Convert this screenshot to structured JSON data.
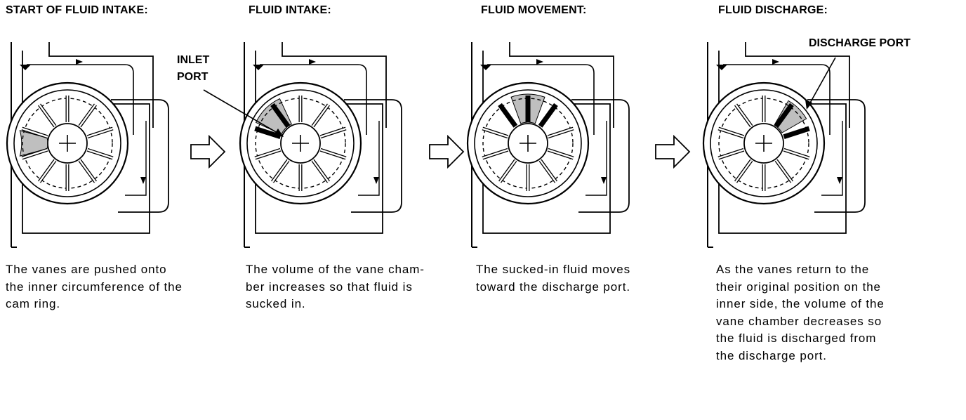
{
  "stages": [
    {
      "title": "START OF FLUID INTAKE:",
      "caption": "The vanes are pushed onto\nthe inner circumference of the\ncam ring."
    },
    {
      "title": "FLUID INTAKE:",
      "caption": "The volume of the vane cham-\nber increases so that fluid is\nsucked in."
    },
    {
      "title": "FLUID MOVEMENT:",
      "caption": "The sucked-in fluid moves\ntoward the discharge port."
    },
    {
      "title": "FLUID DISCHARGE:",
      "caption": "As the vanes return to the\ntheir original position on the\ninner side, the volume of the\nvane chamber decreases so\nthe fluid is discharged from\nthe discharge port."
    }
  ],
  "callouts": {
    "inlet_port": "INLET\nPORT",
    "discharge_port": "DISCHARGE PORT"
  },
  "colors": {
    "ink": "#000000",
    "paper": "#ffffff"
  }
}
